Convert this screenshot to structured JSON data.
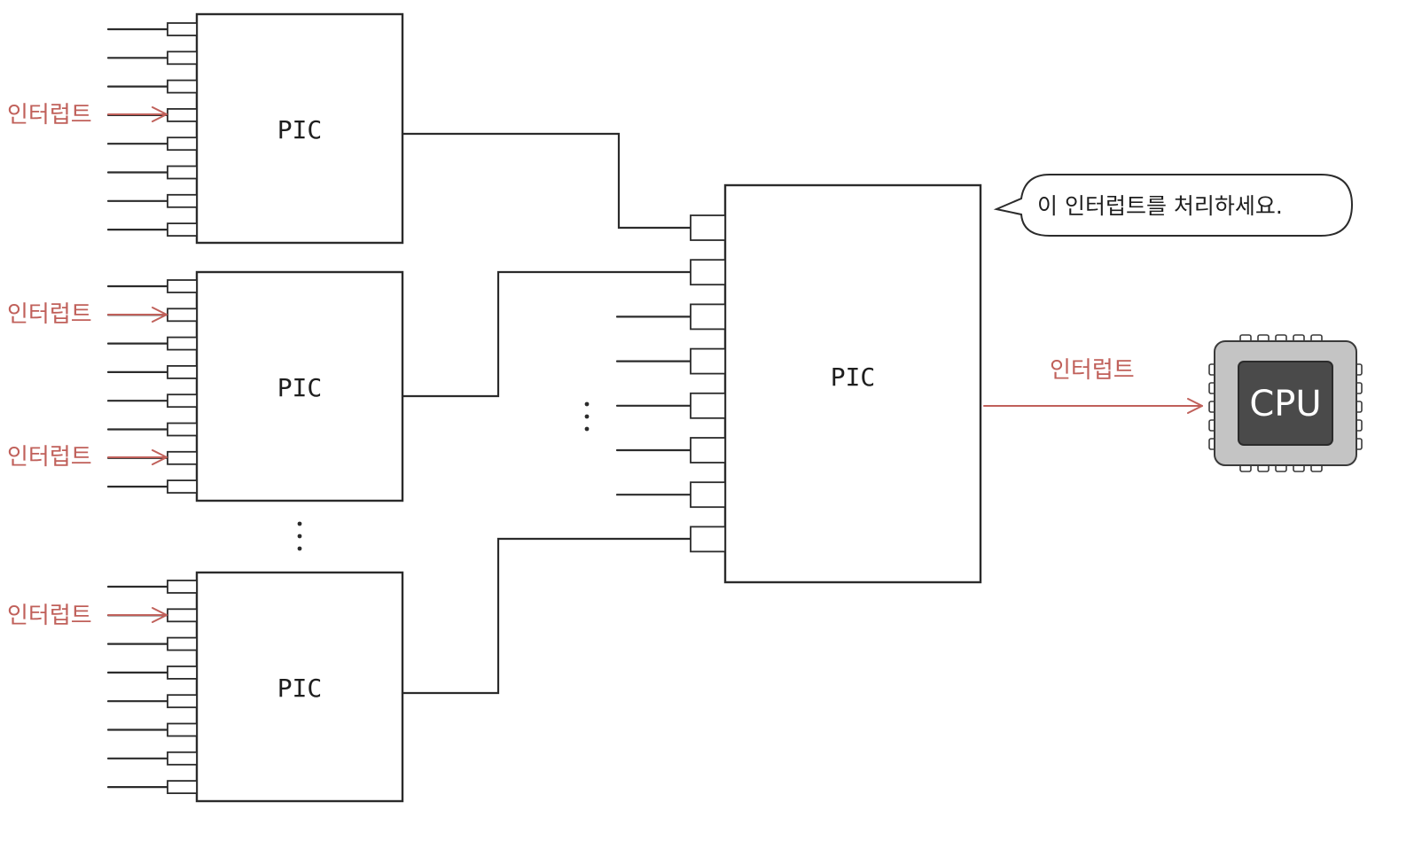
{
  "diagram": {
    "pic_label": "PIC",
    "interrupt_label": "인터럽트",
    "speech_bubble": "이 인터럽트를 처리하세요.",
    "cpu_label": "CPU",
    "colors": {
      "line": "#2b2b2b",
      "interrupt": "#c0605a",
      "cpu_body": "#c4c4c4",
      "cpu_die": "#4a4a4a"
    }
  }
}
